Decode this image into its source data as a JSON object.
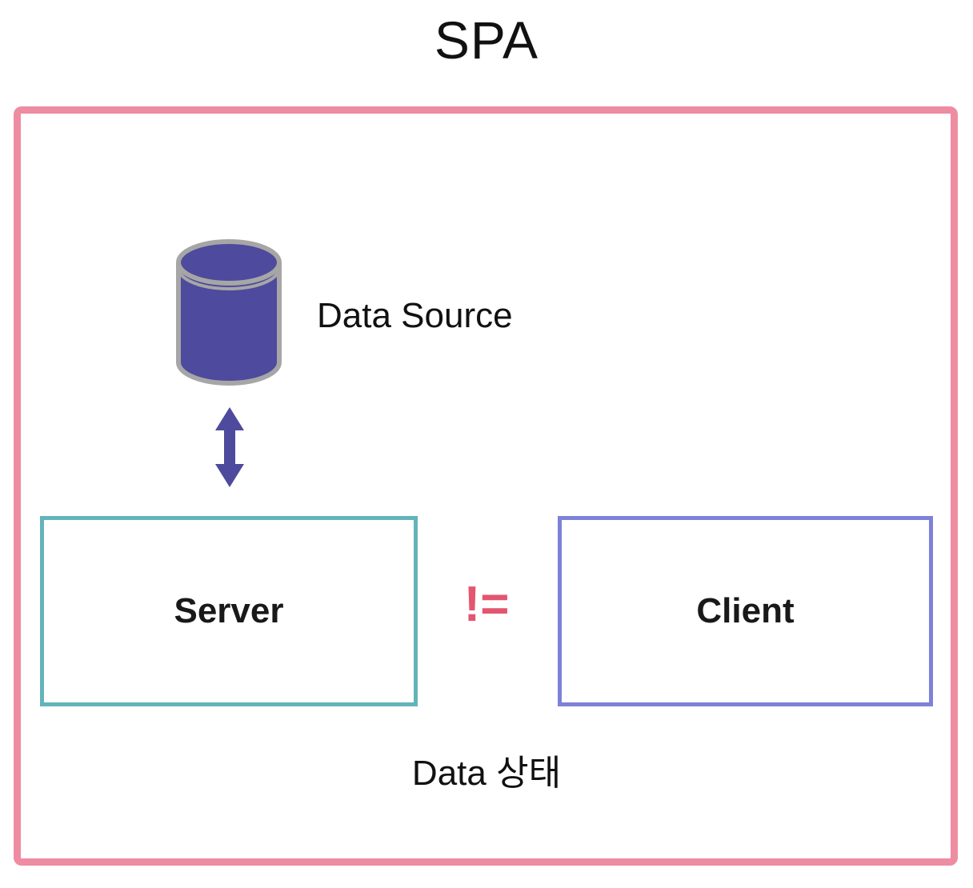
{
  "title": "SPA",
  "diagram": {
    "data_source_label": "Data Source",
    "server_label": "Server",
    "not_equal_symbol": "!=",
    "client_label": "Client",
    "bottom_label": "Data 상태"
  },
  "icons": {
    "database_icon": "database-cylinder",
    "arrow_icon": "up-down-arrow"
  },
  "colors": {
    "frame_pink": "#ee8ca1",
    "cylinder_purple": "#4e4a9d",
    "cylinder_rim_gray": "#a6a6a6",
    "arrow_purple": "#4e4a9d",
    "server_border_teal": "#62b4ba",
    "client_border_purple": "#7e81d8",
    "not_equal_pink": "#e4556f",
    "text_black": "#111111",
    "background": "#ffffff"
  }
}
